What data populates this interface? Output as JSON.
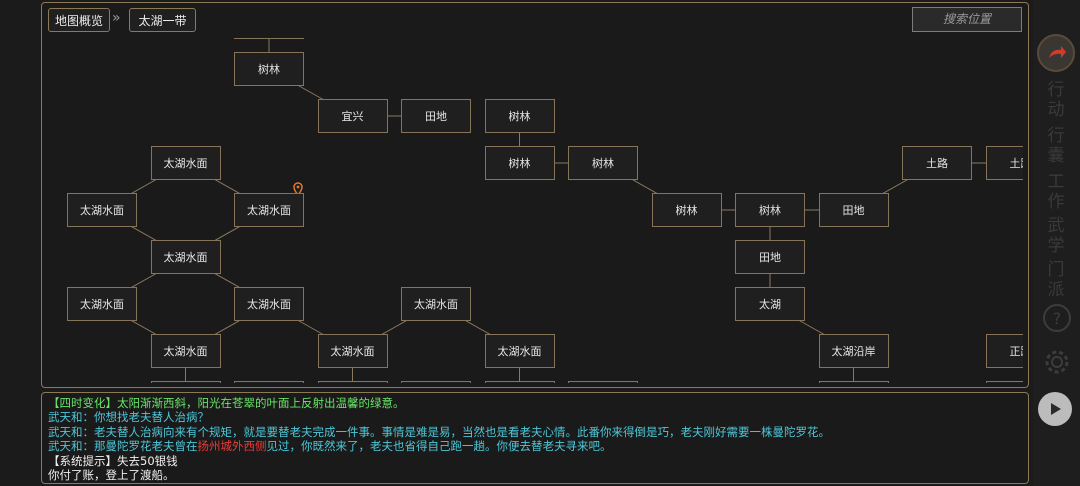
{
  "breadcrumb": {
    "overview": "地图概览",
    "separator": "»",
    "current": "太湖一带"
  },
  "search": {
    "placeholder": "搜索位置"
  },
  "map": {
    "nodes": [
      {
        "label": "",
        "col": 2,
        "row": -1
      },
      {
        "label": "树林",
        "col": 2,
        "row": 0
      },
      {
        "label": "宜兴",
        "col": 3,
        "row": 1
      },
      {
        "label": "田地",
        "col": 4,
        "row": 1
      },
      {
        "label": "树林",
        "col": 5,
        "row": 1
      },
      {
        "label": "太湖水面",
        "col": 1,
        "row": 2
      },
      {
        "label": "树林",
        "col": 5,
        "row": 2
      },
      {
        "label": "树林",
        "col": 6,
        "row": 2
      },
      {
        "label": "土路",
        "col": 10,
        "row": 2
      },
      {
        "label": "土路",
        "col": 11,
        "row": 2
      },
      {
        "label": "太湖水面",
        "col": 0,
        "row": 3
      },
      {
        "label": "太湖水面",
        "col": 2,
        "row": 3
      },
      {
        "label": "树林",
        "col": 7,
        "row": 3
      },
      {
        "label": "树林",
        "col": 8,
        "row": 3
      },
      {
        "label": "田地",
        "col": 9,
        "row": 3
      },
      {
        "label": "太湖水面",
        "col": 1,
        "row": 4
      },
      {
        "label": "田地",
        "col": 8,
        "row": 4
      },
      {
        "label": "太湖水面",
        "col": 0,
        "row": 5
      },
      {
        "label": "太湖水面",
        "col": 2,
        "row": 5
      },
      {
        "label": "太湖水面",
        "col": 4,
        "row": 5
      },
      {
        "label": "太湖",
        "col": 8,
        "row": 5
      },
      {
        "label": "太湖水面",
        "col": 1,
        "row": 6
      },
      {
        "label": "太湖水面",
        "col": 3,
        "row": 6
      },
      {
        "label": "太湖水面",
        "col": 5,
        "row": 6
      },
      {
        "label": "太湖沿岸",
        "col": 9,
        "row": 6
      },
      {
        "label": "正路",
        "col": 11,
        "row": 6
      },
      {
        "label": "",
        "col": 1,
        "row": 7
      },
      {
        "label": "",
        "col": 2,
        "row": 7
      },
      {
        "label": "",
        "col": 3,
        "row": 7
      },
      {
        "label": "",
        "col": 4,
        "row": 7
      },
      {
        "label": "",
        "col": 5,
        "row": 7
      },
      {
        "label": "",
        "col": 6,
        "row": 7
      },
      {
        "label": "",
        "col": 9,
        "row": 7
      },
      {
        "label": "",
        "col": 11,
        "row": 7
      }
    ],
    "links": [
      [
        0,
        1
      ],
      [
        1,
        2
      ],
      [
        2,
        3
      ],
      [
        4,
        6
      ],
      [
        6,
        7
      ],
      [
        7,
        12
      ],
      [
        12,
        13
      ],
      [
        13,
        14
      ],
      [
        14,
        8
      ],
      [
        8,
        9
      ],
      [
        13,
        16
      ],
      [
        16,
        20
      ],
      [
        20,
        24
      ],
      [
        24,
        32
      ],
      [
        5,
        10
      ],
      [
        5,
        11
      ],
      [
        10,
        15
      ],
      [
        11,
        15
      ],
      [
        15,
        17
      ],
      [
        15,
        18
      ],
      [
        17,
        21
      ],
      [
        18,
        21
      ],
      [
        18,
        22
      ],
      [
        22,
        19
      ],
      [
        19,
        23
      ],
      [
        21,
        26
      ],
      [
        22,
        28
      ],
      [
        23,
        30
      ]
    ],
    "player_node": 11
  },
  "sidebar": {
    "labels": [
      "行动",
      "行囊",
      "工作",
      "武学",
      "门派"
    ],
    "icons": [
      "return-arrow-icon",
      "help-icon",
      "gear-icon",
      "play-icon"
    ]
  },
  "log": {
    "lines": [
      [
        {
          "t": "【四时变化】太阳渐渐西斜，阳光在苍翠的叶面上反射出温馨的绿意。",
          "c": "green"
        }
      ],
      [
        {
          "t": "武天和：你想找老夫替人治病？",
          "c": "cyan"
        }
      ],
      [
        {
          "t": "武天和：老夫替人治病向来有个规矩，就是要替老夫完成一件事。事情是难是易，当然也是看老夫心情。此番你来得倒是巧，老夫刚好需要一株曼陀罗花。",
          "c": "cyan"
        }
      ],
      [
        {
          "t": "武天和：那曼陀罗花老夫曾在",
          "c": "cyan"
        },
        {
          "t": "扬州城外西侧",
          "c": "red"
        },
        {
          "t": "见过，你既然来了，老夫也省得自己跑一趟。你便去替老夫寻来吧。",
          "c": "cyan"
        }
      ],
      [
        {
          "t": "【系统提示】失去50银钱",
          "c": "white"
        }
      ],
      [
        {
          "t": "你付了账，登上了渡船。",
          "c": "white"
        }
      ]
    ]
  }
}
